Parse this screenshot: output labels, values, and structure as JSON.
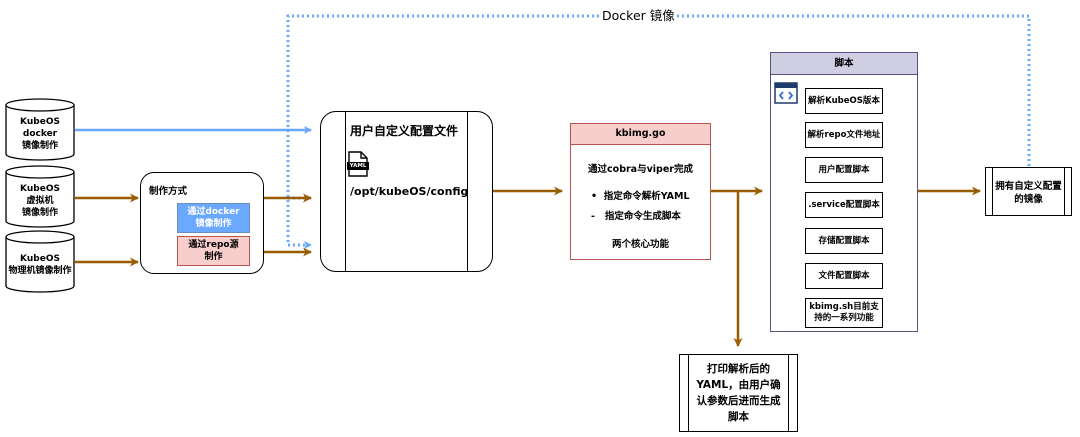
{
  "colors": {
    "blue_line": "#6aa8ff",
    "brown_line": "#995c00",
    "dotted_blue": "#6aa8ff",
    "method_blue_fill": "#6aa9ff",
    "method_pink_fill": "#f8cecc",
    "kbimg_header_fill": "#f8cecc",
    "kbimg_header_border": "#b85450",
    "scripts_header_fill": "#d0cee2",
    "scripts_border": "#56517e"
  },
  "top_edge_label": "Docker 镜像",
  "sources": [
    {
      "lines": [
        "KubeOS",
        "docker",
        "镜像制作"
      ]
    },
    {
      "lines": [
        "KubeOS",
        "虚拟机",
        "镜像制作"
      ]
    },
    {
      "lines": [
        "KubeOS",
        "物理机镜像制作"
      ]
    }
  ],
  "method": {
    "title": "制作方式",
    "option_docker": [
      "通过docker",
      "镜像制作"
    ],
    "option_repo": [
      "通过repo源",
      "制作"
    ]
  },
  "config": {
    "title": "用户自定义配置文件",
    "file_icon": "yaml-file-icon",
    "file_icon_text": "YAML",
    "path": "/opt/kubeOS/config"
  },
  "kbimg": {
    "title": "kbimg.go",
    "desc": "通过cobra与viper完成",
    "bullets": [
      "指定命令解析YAML",
      "指定命令生成脚本"
    ],
    "footer": "两个核心功能"
  },
  "scripts": {
    "title": "脚本",
    "code_icon": "code-icon",
    "items": [
      "解析KubeOS版本",
      "解析repo文件地址",
      "用户配置脚本",
      ".service配置脚本",
      "存储配置脚本",
      "文件配置脚本",
      "kbimg.sh目前支持的一系列功能"
    ]
  },
  "output_image": {
    "lines": [
      "拥有自定义配置",
      "的镜像"
    ]
  },
  "print_note": {
    "lines": [
      "打印解析后的",
      "YAML，由用户确",
      "认参数后进而生成",
      "脚本"
    ]
  }
}
